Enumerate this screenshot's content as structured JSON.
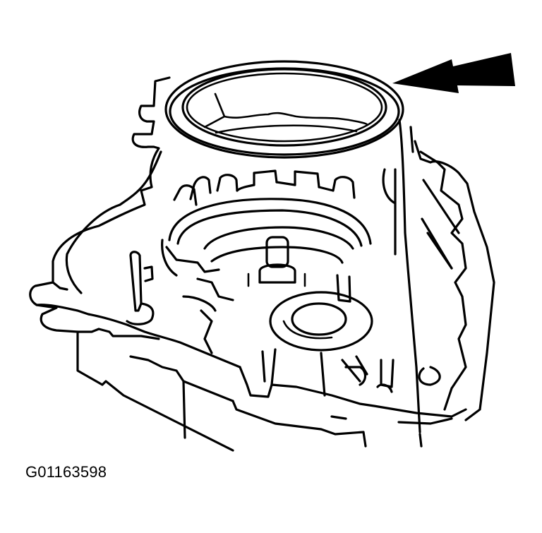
{
  "figure": {
    "id_label": "G01163598",
    "subject": "transaxle-case-illustration",
    "callouts": [
      {
        "type": "arrow",
        "icon": "solid-arrow-pointing-left",
        "target": "case-ring-seal"
      }
    ],
    "colors": {
      "line": "#000000",
      "background": "#ffffff"
    }
  }
}
